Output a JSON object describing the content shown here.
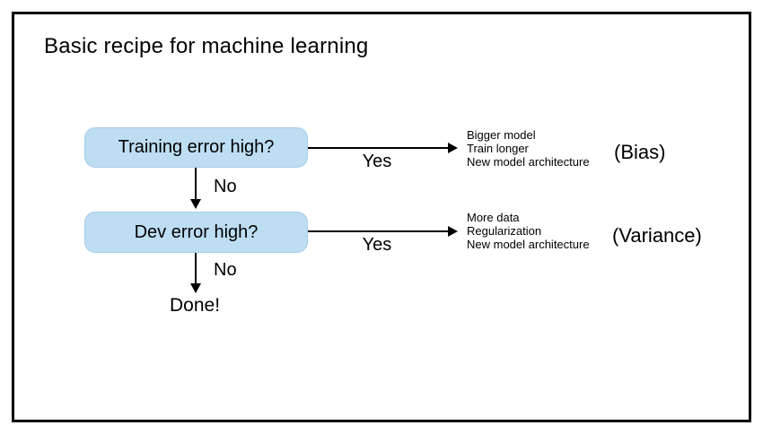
{
  "slide": {
    "title": "Basic recipe for machine learning"
  },
  "flow": {
    "node1_label": "Training error high?",
    "node2_label": "Dev error high?",
    "terminal_label": "Done!",
    "yes1_label": "Yes",
    "no1_label": "No",
    "yes2_label": "Yes",
    "no2_label": "No",
    "branch_bias": {
      "lines": [
        "Bigger model",
        "Train longer",
        "New model architecture"
      ],
      "tag": "(Bias)"
    },
    "branch_variance": {
      "lines": [
        "More data",
        "Regularization",
        "New model architecture"
      ],
      "tag": "(Variance)"
    }
  },
  "colors": {
    "background": "#ffffff",
    "slide_border": "#000000",
    "node_fill": "#bdddf2",
    "node_border": "#a6cce9",
    "line": "#000000",
    "text": "#000000"
  }
}
